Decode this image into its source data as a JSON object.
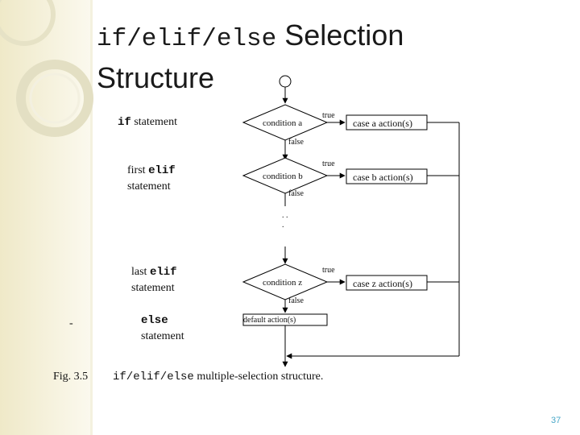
{
  "title": {
    "keyword_part": "if/elif/else",
    "text_part": " Selection",
    "line2": "Structure"
  },
  "flowchart": {
    "labels": {
      "if_kw": "if",
      "if_rest": " statement",
      "elif1_pre": "first ",
      "elif1_kw": "elif",
      "elif1_line2": "statement",
      "elif2_pre": "last ",
      "elif2_kw": "elif",
      "elif2_line2": "statement",
      "else_kw": "else",
      "else_line2": "statement",
      "stray_mark": "-"
    },
    "decisions": [
      "condition a",
      "condition b",
      "condition z"
    ],
    "actions": [
      "case a action(s)",
      "case b action(s)",
      "case z action(s)"
    ],
    "default_action": "default action(s)",
    "true_label": "true",
    "false_label": "false",
    "ellipsis": ". . ."
  },
  "caption": {
    "fig": "Fig. 3.5",
    "kw": "if/elif/else",
    "rest": " multiple-selection structure."
  },
  "slide_number": "37",
  "colors": {
    "accent": "#4aa8c8",
    "decor": "#e8e4c4"
  }
}
